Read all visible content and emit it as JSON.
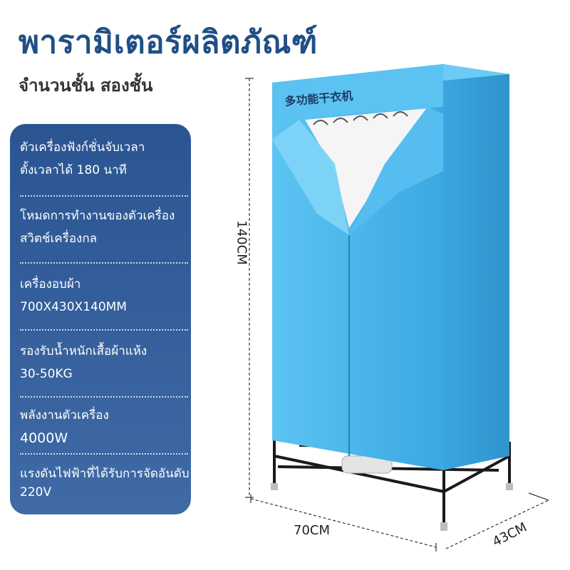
{
  "title": "พารามิเตอร์ผลิตภัณฑ์",
  "subtitle": "จำนวนชั้น  สองชั้น",
  "specs": [
    {
      "label": "ตัวเครื่องฟังก์ชั่นจับเวลา",
      "value": "ตั้งเวลาได้ 180 นาที"
    },
    {
      "label": "โหมดการทำงานของตัวเครื่อง",
      "value": "สวิตช์เครื่องกล"
    },
    {
      "label": "เครื่องอบผ้า",
      "value": "700X430X140MM"
    },
    {
      "label": "รองรับน้ำหนักเสื้อผ้าแห้ง",
      "value": "30-50KG"
    },
    {
      "label": "พลังงานตัวเครื่อง",
      "value": "4000W"
    },
    {
      "label": "แรงดันไฟฟ้าที่ได้รับการจัดอันดับ",
      "value": "220V"
    }
  ],
  "product": {
    "cover_text": "多功能干衣机",
    "height_label": "140CM",
    "width_label": "70CM",
    "depth_label": "43CM",
    "cover_color": "#4cb6ea",
    "frame_color": "#1a1a1a"
  }
}
